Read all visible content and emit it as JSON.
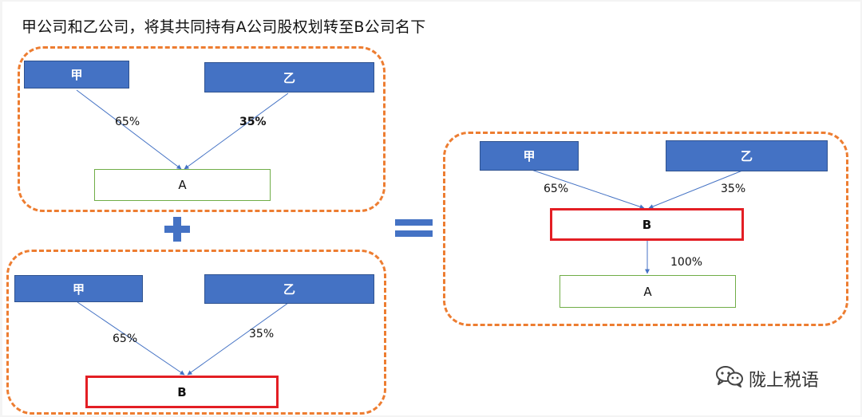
{
  "title": "甲公司和乙公司，将其共同持有A公司股权划转至B公司名下",
  "group_top": {
    "shareholder_1": "甲",
    "shareholder_2": "乙",
    "pct_1": "65%",
    "pct_2": "35%",
    "target": "A"
  },
  "group_bottom": {
    "shareholder_1": "甲",
    "shareholder_2": "乙",
    "pct_1": "65%",
    "pct_2": "35%",
    "target": "B"
  },
  "group_result": {
    "shareholder_1": "甲",
    "shareholder_2": "乙",
    "pct_1": "65%",
    "pct_2": "35%",
    "holding": "B",
    "pct_holding": "100%",
    "target": "A"
  },
  "watermark": {
    "text": "陇上税语",
    "icon": "wechat-icon"
  },
  "colors": {
    "box_blue": "#4472C4",
    "dashed_orange": "#ED7D31",
    "highlight_red": "#E31E24",
    "box_green_border": "#70AD47"
  }
}
